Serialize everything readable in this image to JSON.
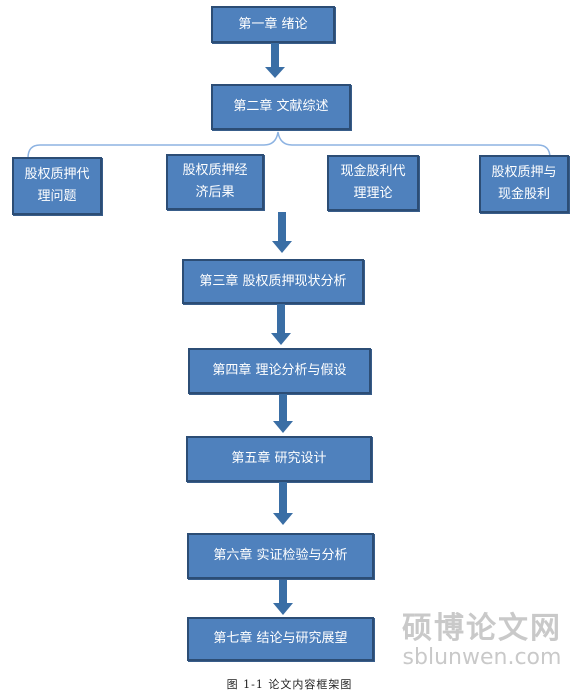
{
  "nodes": {
    "ch1": "第一章  绪论",
    "ch2": "第二章  文献综述",
    "lit1_l1": "股权质押代",
    "lit1_l2": "理问题",
    "lit2_l1": "股权质押经",
    "lit2_l2": "济后果",
    "lit3_l1": "现金股利代",
    "lit3_l2": "理理论",
    "lit4_l1": "股权质押与",
    "lit4_l2": "现金股利",
    "ch3": "第三章  股权质押现状分析",
    "ch4": "第四章  理论分析与假设",
    "ch5": "第五章  研究设计",
    "ch6": "第六章  实证检验与分析",
    "ch7": "第七章  结论与研究展望"
  },
  "caption": "图  1-1   论文内容框架图",
  "watermark": {
    "cn": "硕博论文网",
    "en": "sblunwen.com"
  },
  "colors": {
    "box_fill": "#4f81bd",
    "box_border": "#2c4d75",
    "arrow": "#3a6ea5",
    "bracket": "#8db3e2"
  }
}
